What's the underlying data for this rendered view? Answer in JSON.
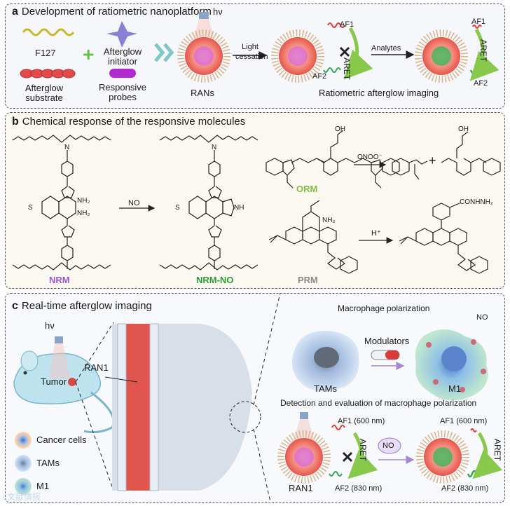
{
  "panel_a": {
    "letter": "a",
    "title": "Development of ratiometric nanoplatform",
    "f127": "F127",
    "afterglow_substrate": "Afterglow substrate",
    "afterglow_initiator": "Afterglow initiator",
    "responsive_probes": "Responsive probes",
    "hv": "hν",
    "rans": "RANs",
    "light_cessation": "Light cessation",
    "analytes": "Analytes",
    "af1": "AF1",
    "af2": "AF2",
    "aret": "ARET",
    "ratiometric": "Ratiometric afterglow imaging"
  },
  "panel_b": {
    "letter": "b",
    "title": "Chemical response of the responsive molecules",
    "no": "NO",
    "onoo": "ONOO⁻",
    "h_plus": "H⁺",
    "nh2": "NH₂",
    "nh": "NH",
    "n_label": "N",
    "s_label": "S",
    "oh_label": "OH",
    "conhnh2": "CONHNH₂",
    "nrm": "NRM",
    "nrm_no": "NRM-NO",
    "orm": "ORM",
    "prm": "PRM",
    "plus": "+"
  },
  "panel_c": {
    "letter": "c",
    "title": "Real-time afterglow imaging",
    "hv": "hν",
    "tumor": "Tumor",
    "ran1": "RAN1",
    "legend_cancer": "Cancer cells",
    "legend_tams": "TAMs",
    "legend_m1": "M1",
    "macrophage_polarization": "Macrophage polarization",
    "modulators": "Modulators",
    "tams": "TAMs",
    "m1": "M1",
    "no": "NO",
    "detection": "Detection and evaluation of macrophage polarization",
    "af1": "AF1 (600 nm)",
    "af2": "AF2 (830 nm)",
    "aret": "ARET",
    "no_badge": "NO"
  },
  "watermark": "i 文献情报",
  "colors": {
    "nrm": "#9b59d0",
    "nrm_no": "#2e9a3a",
    "orm": "#7fbf3f",
    "prm": "#8a8a8a",
    "accent_arrow": "#7ec8c8",
    "af1_red": "#e03b3b",
    "af2_green": "#35a853",
    "panel_a_bg": "#f6f7fb",
    "panel_b_bg": "#fbf8f1",
    "panel_c_bg": "#f7f9fd"
  }
}
